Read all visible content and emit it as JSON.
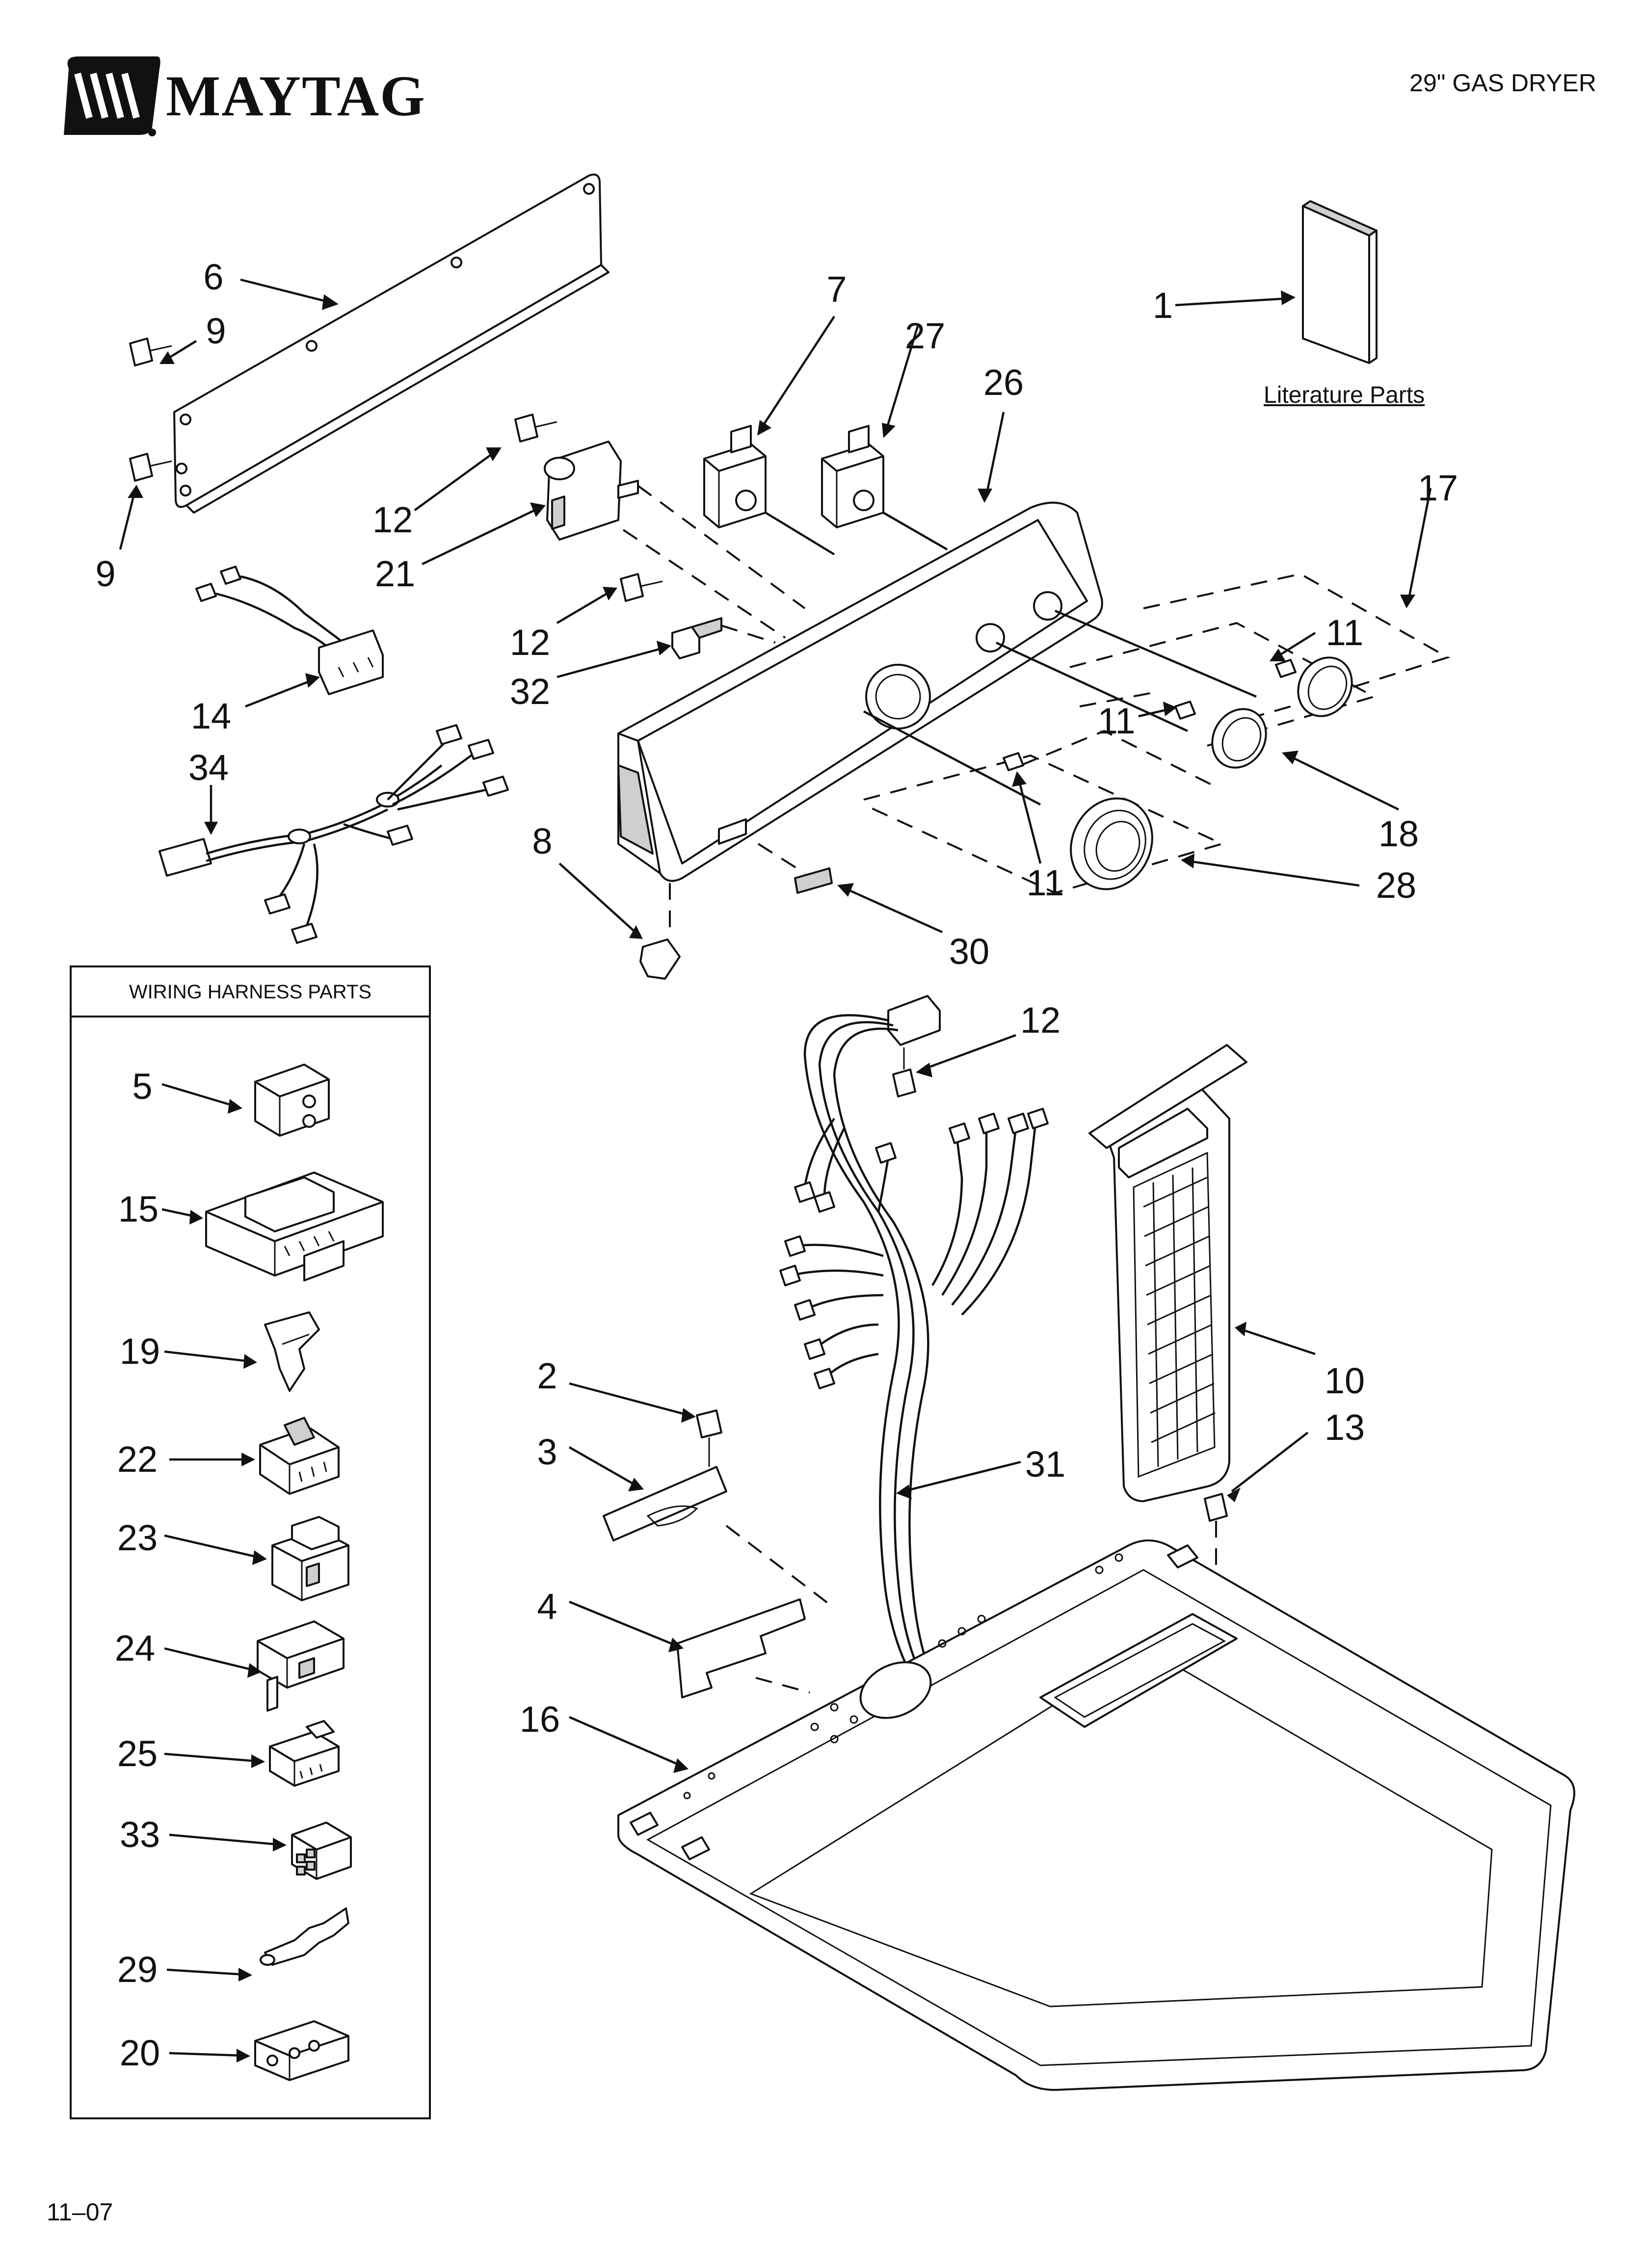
{
  "brand": {
    "name": "MAYTAG",
    "mark_icon": "maytag-m-logo-icon"
  },
  "header": {
    "title": "29\" GAS DRYER"
  },
  "literature": {
    "label": "Literature Parts"
  },
  "harness_box": {
    "title": "WIRING HARNESS PARTS"
  },
  "footer": {
    "code": "11–07"
  },
  "callouts": {
    "c1": "1",
    "c6": "6",
    "c9a": "9",
    "c9b": "9",
    "c7": "7",
    "c27": "27",
    "c26": "26",
    "c17": "17",
    "c12a": "12",
    "c21": "21",
    "c12b": "12",
    "c32": "32",
    "c14": "14",
    "c34": "34",
    "c11a": "11",
    "c11b": "11",
    "c11c": "11",
    "c18": "18",
    "c28": "28",
    "c8": "8",
    "c30": "30",
    "c12c": "12",
    "c10": "10",
    "c13": "13",
    "c2": "2",
    "c3": "3",
    "c31": "31",
    "c4": "4",
    "c16": "16",
    "h5": "5",
    "h15": "15",
    "h19": "19",
    "h22": "22",
    "h23": "23",
    "h24": "24",
    "h25": "25",
    "h33": "33",
    "h29": "29",
    "h20": "20"
  },
  "colors": {
    "line": "#111111",
    "background": "#ffffff",
    "shade": "#cfcfcf"
  }
}
